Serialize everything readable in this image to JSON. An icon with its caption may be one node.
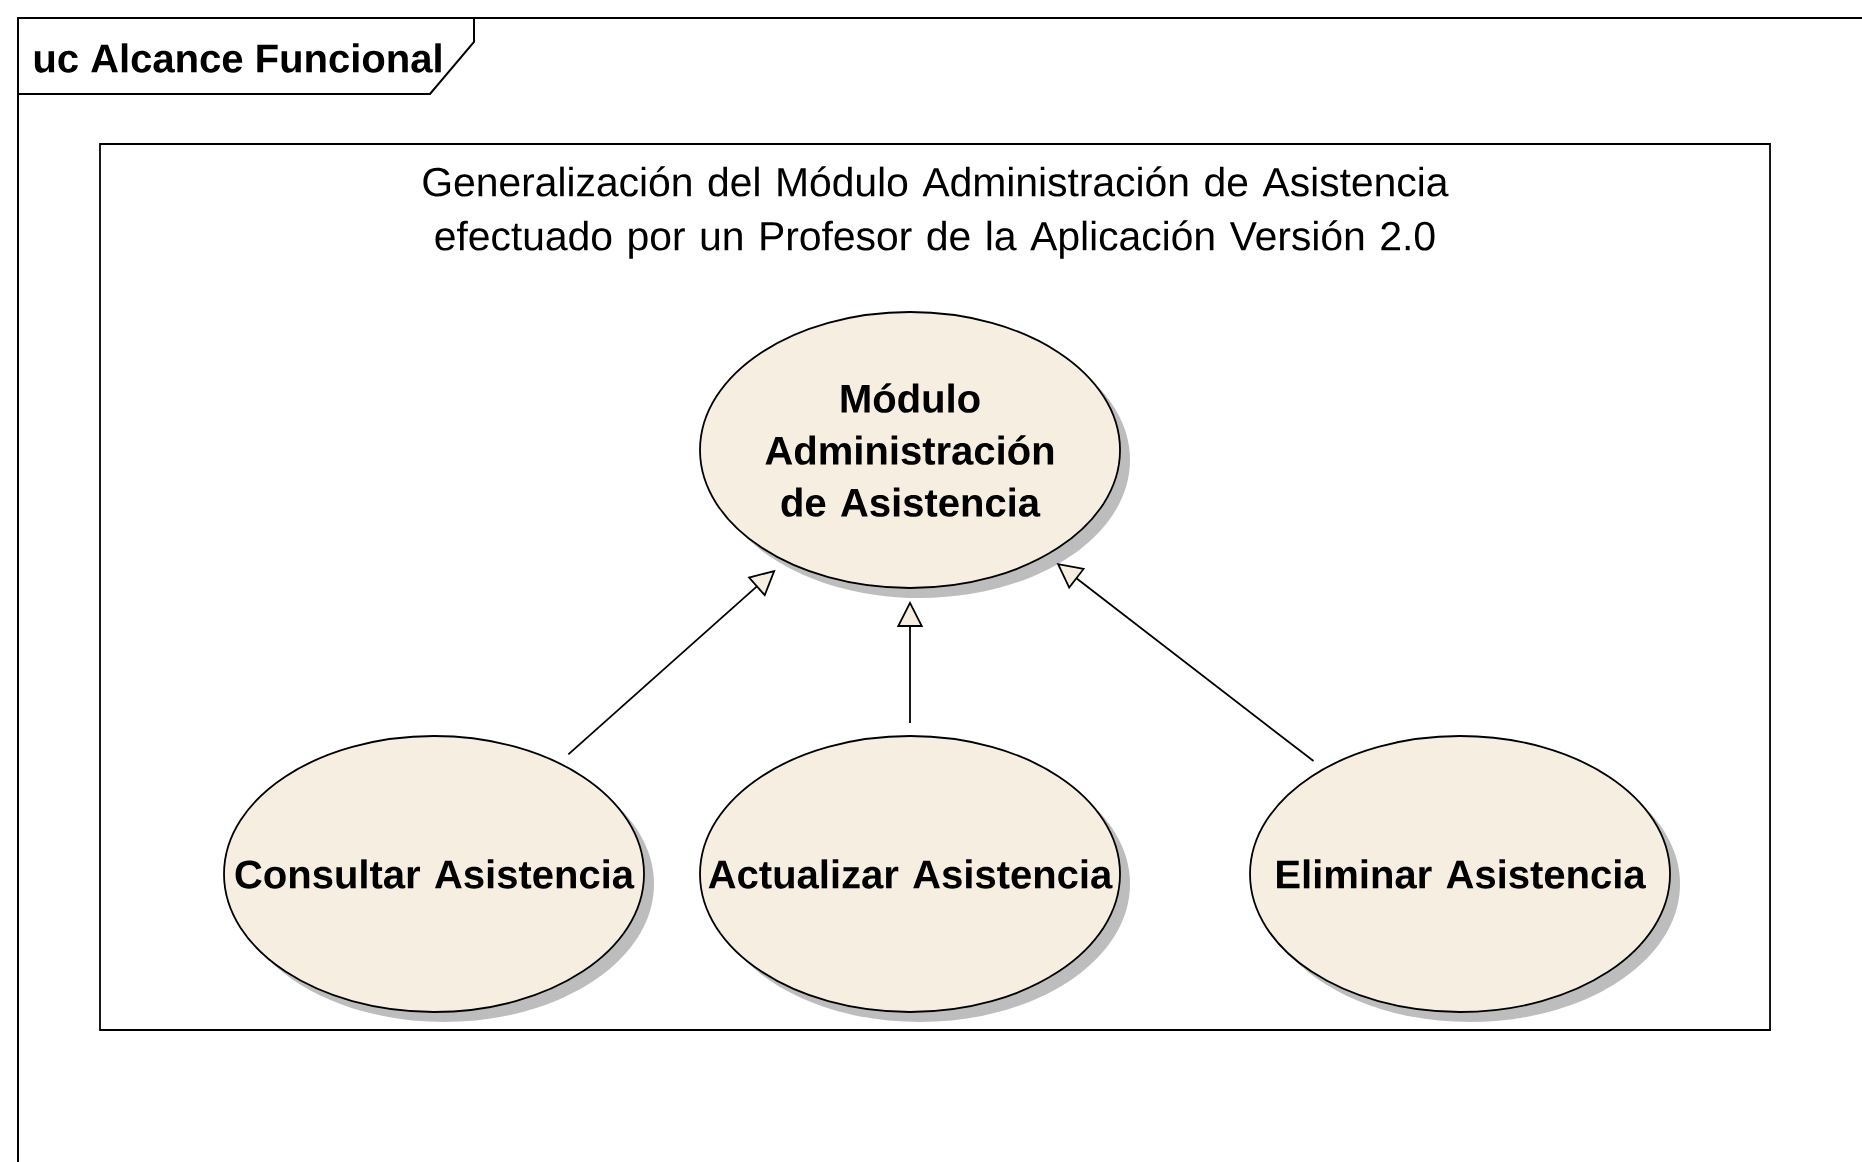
{
  "diagram": {
    "nodes": [
      {
        "text": [
          "uc Alcance Funcional"
        ]
      },
      {
        "text": [
          "Generalización del Módulo Administración de Asistencia efectuado por un Profesor de la Aplicación Versión 2.0"
        ],
        "in": 0
      },
      {
        "text": [
          "Módulo Administración de Asistencia"
        ],
        "in": 1
      },
      {
        "text": [
          "Consultar Asistencia"
        ],
        "in": 1
      },
      {
        "text": [
          "Actualizar Asistencia"
        ],
        "in": 1
      },
      {
        "text": [
          "Eliminar Asistencia"
        ],
        "in": 1
      }
    ],
    "edges": [
      {
        "from": 3,
        "to": 2,
        "arrow": "to"
      },
      {
        "from": 4,
        "to": 2,
        "arrow": "to"
      },
      {
        "from": 5,
        "to": 2,
        "arrow": "to"
      }
    ]
  }
}
